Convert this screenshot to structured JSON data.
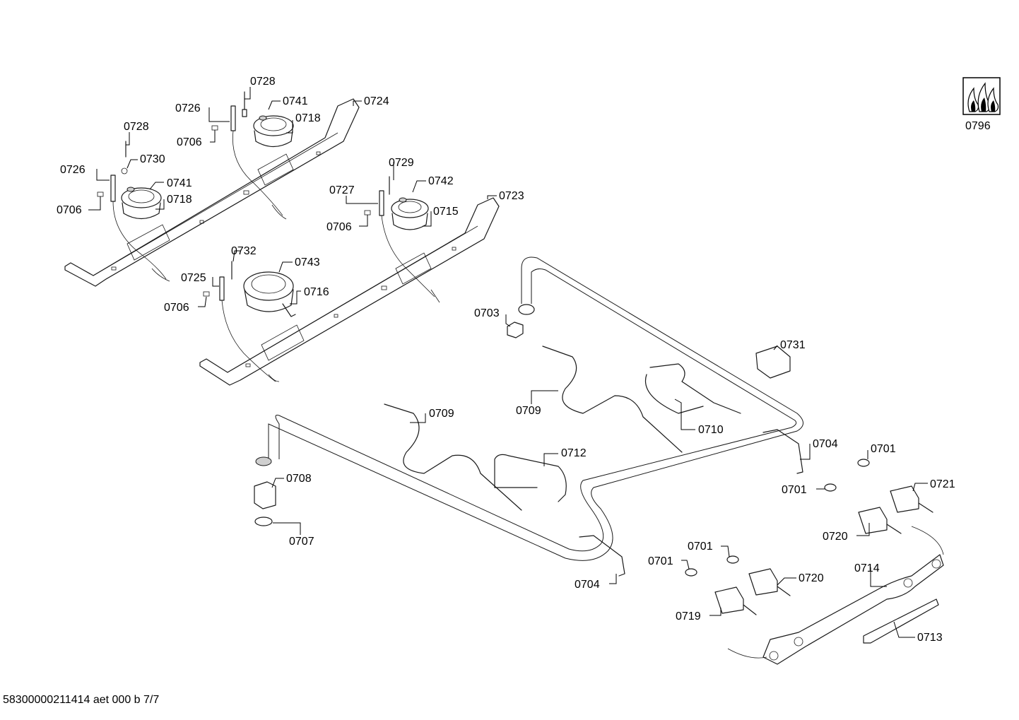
{
  "diagram": {
    "labels": [
      "0728",
      "0741",
      "0724",
      "0726",
      "0718",
      "0706",
      "0728",
      "0730",
      "0726",
      "0741",
      "0718",
      "0706",
      "0729",
      "0742",
      "0723",
      "0727",
      "0715",
      "0706",
      "0732",
      "0743",
      "0725",
      "0716",
      "0706",
      "0703",
      "0731",
      "0709",
      "0709",
      "0710",
      "0712",
      "0708",
      "0704",
      "0701",
      "0701",
      "0721",
      "0707",
      "0720",
      "0701",
      "0701",
      "0720",
      "0714",
      "0704",
      "0719",
      "0713",
      "0796"
    ]
  },
  "footer": {
    "document_id": "58300000211414 aet 000 b 7/7"
  }
}
